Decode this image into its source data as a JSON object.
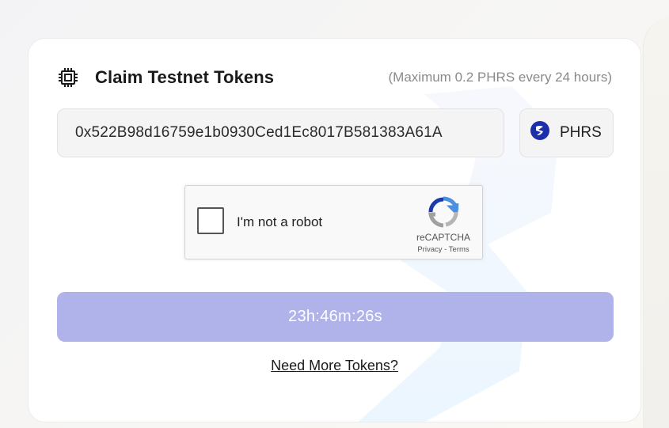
{
  "card": {
    "title": "Claim Testnet Tokens",
    "limit_note": "(Maximum 0.2 PHRS every 24 hours)",
    "title_icon": "chip-icon"
  },
  "address_field": {
    "value": "0x522B98d16759e1b0930Ced1Ec8017B581383A61A"
  },
  "token_selector": {
    "label": "PHRS",
    "icon": "pharos-logo-icon",
    "icon_color": "#1b2fa8"
  },
  "captcha": {
    "label": "I'm not a robot",
    "brand": "reCAPTCHA",
    "privacy": "Privacy",
    "separator": " - ",
    "terms": "Terms",
    "checked": false
  },
  "countdown_button": {
    "label": "23h:46m:26s",
    "color": "#b0b3ea"
  },
  "more_tokens_link": {
    "label": "Need More Tokens?"
  }
}
